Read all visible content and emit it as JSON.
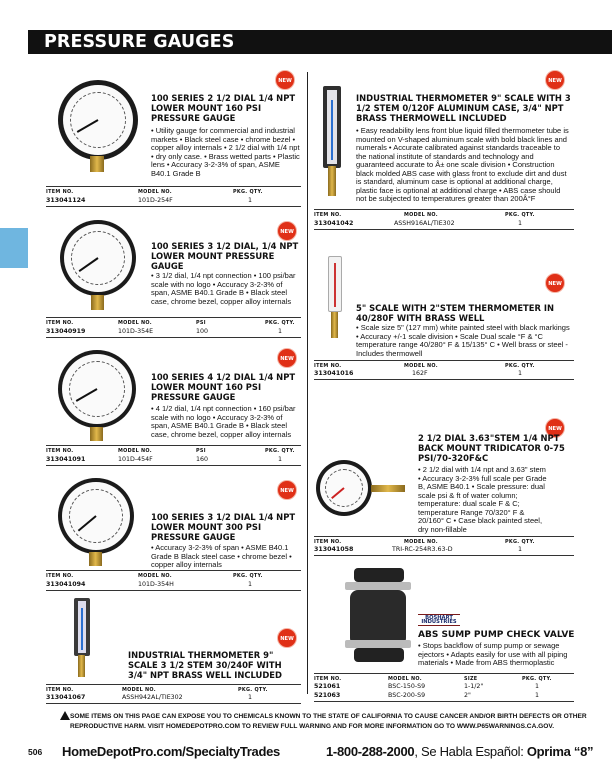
{
  "header": {
    "title": "PRESSURE GAUGES"
  },
  "products": [
    {
      "title": "100 SERIES 2 1/2 DIAL 1/4 NPT LOWER MOUNT 160 PSI PRESSURE GAUGE",
      "description": "• Utility gauge for commercial and industrial markets • Black steel case • chrome bezel • copper alloy internals • 2 1/2 dial with 1/4 npt • dry only case. • Brass wetted parts • Plastic lens • Accuracy 3-2-3% of span, ASME B40.1 Grade B",
      "badge": "NEW",
      "headers": [
        "ITEM NO.",
        "MODEL NO.",
        "PKG. QTY."
      ],
      "row": [
        "313041124",
        "101D-254F",
        "1"
      ]
    },
    {
      "title": "100 SERIES 3 1/2 DIAL, 1/4 NPT LOWER MOUNT PRESSURE GAUGE",
      "description": "• 3 1/2 dial, 1/4 npt connection • 100 psi/bar scale with no logo • Accuracy 3-2-3% of span, ASME B40.1 Grade B • Black steel case, chrome bezel, copper alloy internals",
      "badge": "NEW",
      "headers": [
        "ITEM NO.",
        "MODEL NO.",
        "PSI",
        "PKG. QTY."
      ],
      "row": [
        "313040919",
        "101D-354E",
        "100",
        "1"
      ]
    },
    {
      "title": "100 SERIES 4 1/2 DIAL 1/4 NPT LOWER MOUNT 160 PSI PRESSURE GAUGE",
      "description": "• 4 1/2 dial, 1/4 npt connection • 160 psi/bar scale with no logo • Accuracy 3-2-3% of span, ASME B40.1 Grade B • Black steel case, chrome bezel, copper alloy internals",
      "badge": "NEW",
      "headers": [
        "ITEM NO.",
        "MODEL NO.",
        "PSI",
        "PKG. QTY."
      ],
      "row": [
        "313041091",
        "101D-454F",
        "160",
        "1"
      ]
    },
    {
      "title": "100 SERIES 3 1/2 DIAL 1/4 NPT LOWER MOUNT 300 PSI PRESSURE GAUGE",
      "description": "• Accuracy 3-2-3% of span • ASME B40.1 Grade B Black steel case • chrome bezel • copper alloy internals",
      "badge": "NEW",
      "headers": [
        "ITEM NO.",
        "MODEL NO.",
        "PKG. QTY."
      ],
      "row": [
        "313041094",
        "101D-354H",
        "1"
      ]
    },
    {
      "title": "INDUSTRIAL THERMOMETER 9\" SCALE 3 1/2 STEM 30/240F WITH 3/4\" NPT BRASS WELL INCLUDED",
      "description": "",
      "badge": "NEW",
      "headers": [
        "ITEM NO.",
        "MODEL NO.",
        "PKG. QTY."
      ],
      "row": [
        "313041067",
        "ASSH942AL/TIE302",
        "1"
      ]
    },
    {
      "title": "INDUSTRIAL THERMOMETER 9\" SCALE WITH 3 1/2 STEM 0/120F ALUMINUM CASE, 3/4\" NPT BRASS THERMOWELL INCLUDED",
      "description": "• Easy readability lens front blue liquid filled thermometer tube is mounted on V-shaped aluminum scale with bold black lines and numerals • Accurate calibrated against standards traceable to the national institute of standards and technology and guaranteed accurate to Â± one scale division • Construction black molded ABS case with glass front to exclude dirt and dust is standard, aluminum case is optional at additional charge, plastic face is optional at additional charge • ABS case should not be subjected to temperatures greater than 200Â°F",
      "badge": "NEW",
      "headers": [
        "ITEM NO.",
        "MODEL NO.",
        "PKG. QTY."
      ],
      "row": [
        "313041042",
        "ASSH916AL/TIE302",
        "1"
      ]
    },
    {
      "title": "5\" SCALE WITH 2\"STEM THERMOMETER IN 40/280F WITH BRASS WELL",
      "description": "• Scale size 5\" (127 mm) white painted steel with black markings • Accuracy +/-1 scale division • Scale Dual scale °F & °C temperature range 40/280° F & 15/135° C • Well brass or steel - Includes thermowell",
      "badge": "NEW",
      "headers": [
        "ITEM NO.",
        "MODEL NO.",
        "PKG. QTY."
      ],
      "row": [
        "313041016",
        "162F",
        "1"
      ]
    },
    {
      "title": "2 1/2 DIAL 3.63\"STEM 1/4 NPT BACK MOUNT TRIDICATOR 0-75 PSI/70-320F&C",
      "description": "• 2 1/2 dial with 1/4 npt and 3.63\" stem • Accuracy 3-2-3% full scale per Grade B, ASME B40.1 • Scale pressure: dual scale psi & ft of water column; temperature: dual scale F & C; temperature Range 70/320° F & 20/160° C • Case black painted steel, dry non-fillable",
      "badge": "NEW",
      "headers": [
        "ITEM NO.",
        "MODEL NO.",
        "PKG. QTY."
      ],
      "row": [
        "313041058",
        "TRI-RC-254R3.63-D",
        "1"
      ]
    },
    {
      "title": "ABS SUMP PUMP CHECK VALVE",
      "description": "• Stops backflow of sump pump or sewage ejectors • Adapts easily for use with all piping materials • Made from ABS thermoplastic",
      "brand": "BOSHART INDUSTRIES",
      "headers": [
        "ITEM NO.",
        "MODEL NO.",
        "SIZE",
        "PKG. QTY."
      ],
      "rows": [
        [
          "521061",
          "BSC-150-S9",
          "1-1/2\"",
          "1"
        ],
        [
          "521063",
          "BSC-200-S9",
          "2\"",
          "1"
        ]
      ]
    }
  ],
  "footer": {
    "warning": "SOME ITEMS ON THIS PAGE CAN EXPOSE YOU TO CHEMICALS KNOWN TO THE STATE OF CALIFORNIA TO CAUSE CANCER AND/OR BIRTH DEFECTS OR OTHER REPRODUCTIVE HARM. VISIT HOMEDEPOTPRO.COM TO REVIEW FULL WARNING AND FOR MORE INFORMATION GO TO WWW.P65WARNINGS.CA.GOV.",
    "page_number": "506",
    "website": "HomeDepotPro.com/SpecialtyTrades",
    "phone": "1-800-288-2000",
    "spanish": ", Se Habla Español: ",
    "option": "Oprima “8”"
  },
  "colors": {
    "header_bg": "#111111",
    "badge": "#e03017",
    "tab": "#6fb6e0"
  }
}
